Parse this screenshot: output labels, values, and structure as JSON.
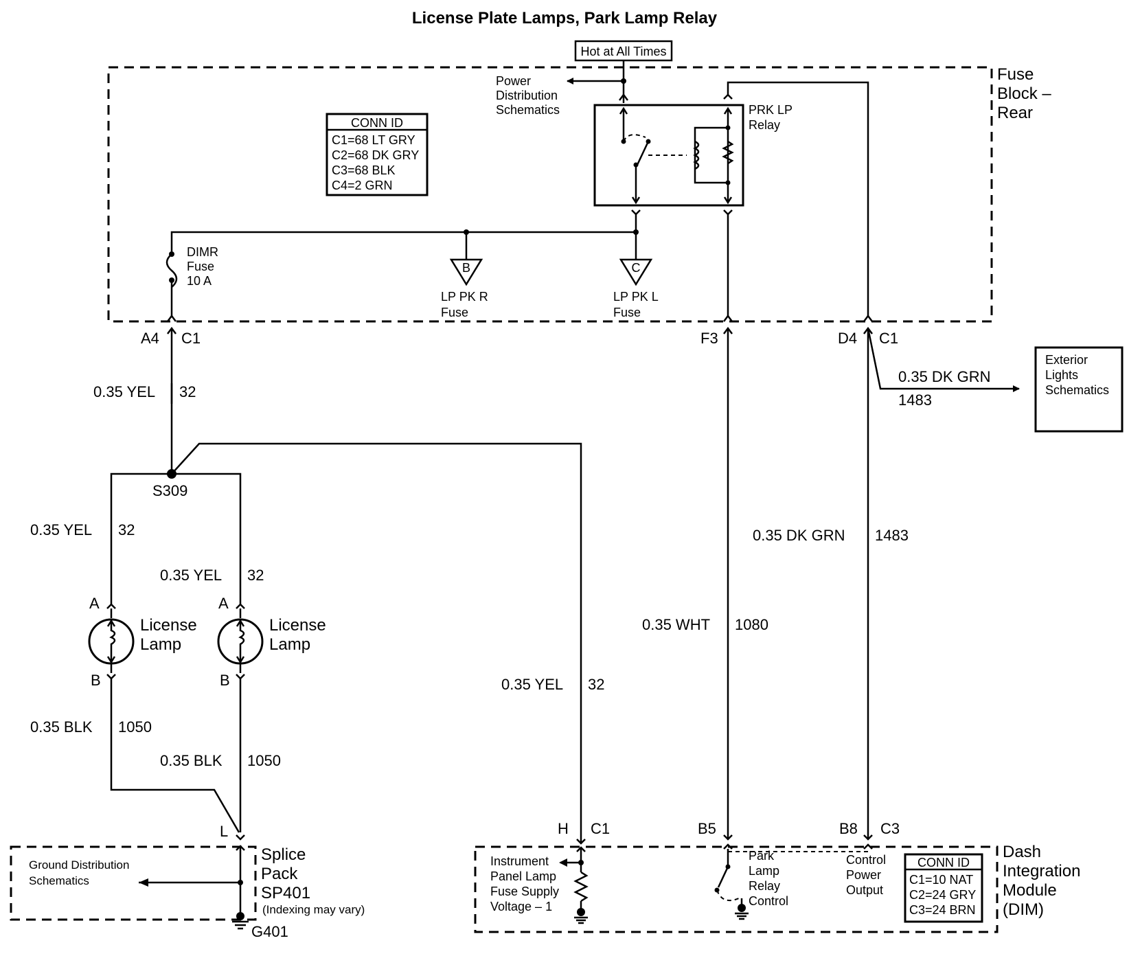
{
  "title": "License Plate Lamps, Park Lamp Relay",
  "hot_label": "Hot at All Times",
  "fuse_block": {
    "l1": "Fuse",
    "l2": "Block –",
    "l3": "Rear"
  },
  "pds": {
    "l1": "Power",
    "l2": "Distribution",
    "l3": "Schematics"
  },
  "conn_id_top": {
    "header": "CONN ID",
    "rows": [
      "C1=68 LT GRY",
      "C2=68 DK GRY",
      "C3=68 BLK",
      "C4=2 GRN"
    ]
  },
  "relay": {
    "l1": "PRK LP",
    "l2": "Relay"
  },
  "dimr": {
    "l1": "DIMR",
    "l2": "Fuse",
    "l3": "10 A"
  },
  "lp_pk_r": {
    "letter": "B",
    "l1": "LP PK R",
    "l2": "Fuse"
  },
  "lp_pk_l": {
    "letter": "C",
    "l1": "LP PK L",
    "l2": "Fuse"
  },
  "pins": {
    "a4": "A4",
    "c1a": "C1",
    "f3": "F3",
    "d4": "D4",
    "c1b": "C1",
    "la_a": "A",
    "la_b": "B",
    "lb_a": "A",
    "lb_b": "B",
    "l": "L",
    "h": "H",
    "c1c": "C1",
    "b5": "B5",
    "b8": "B8",
    "c3": "C3"
  },
  "wires": {
    "w1": {
      "color": "0.35 YEL",
      "num": "32"
    },
    "w2": {
      "color": "0.35 YEL",
      "num": "32"
    },
    "w3": {
      "color": "0.35 YEL",
      "num": "32"
    },
    "w4": {
      "color": "0.35 BLK",
      "num": "1050"
    },
    "w5": {
      "color": "0.35 BLK",
      "num": "1050"
    },
    "w6": {
      "color": "0.35 YEL",
      "num": "32"
    },
    "w7": {
      "color": "0.35 WHT",
      "num": "1080"
    },
    "w8": {
      "color": "0.35 DK GRN",
      "num": "1483"
    },
    "w9": {
      "color": "0.35 DK GRN",
      "num": "1483"
    }
  },
  "splice": "S309",
  "lamp1": {
    "l1": "License",
    "l2": "Lamp"
  },
  "lamp2": {
    "l1": "License",
    "l2": "Lamp"
  },
  "exterior": {
    "l1": "Exterior",
    "l2": "Lights",
    "l3": "Schematics"
  },
  "ground_dist": {
    "l1": "Ground Distribution",
    "l2": "Schematics"
  },
  "splice_pack": {
    "l1": "Splice",
    "l2": "Pack",
    "l3": "SP401",
    "l4": "(Indexing may vary)"
  },
  "ground": "G401",
  "ip_lamp": {
    "l1": "Instrument",
    "l2": "Panel Lamp",
    "l3": "Fuse Supply",
    "l4": "Voltage  – 1"
  },
  "park_relay_ctrl": {
    "l1": "Park",
    "l2": "Lamp",
    "l3": "Relay",
    "l4": "Control"
  },
  "ctrl_power": {
    "l1": "Control",
    "l2": "Power",
    "l3": "Output"
  },
  "conn_id_dim": {
    "header": "CONN ID",
    "rows": [
      "C1=10 NAT",
      "C2=24 GRY",
      "C3=24 BRN"
    ]
  },
  "dim": {
    "l1": "Dash",
    "l2": "Integration",
    "l3": "Module",
    "l4": "(DIM)"
  }
}
